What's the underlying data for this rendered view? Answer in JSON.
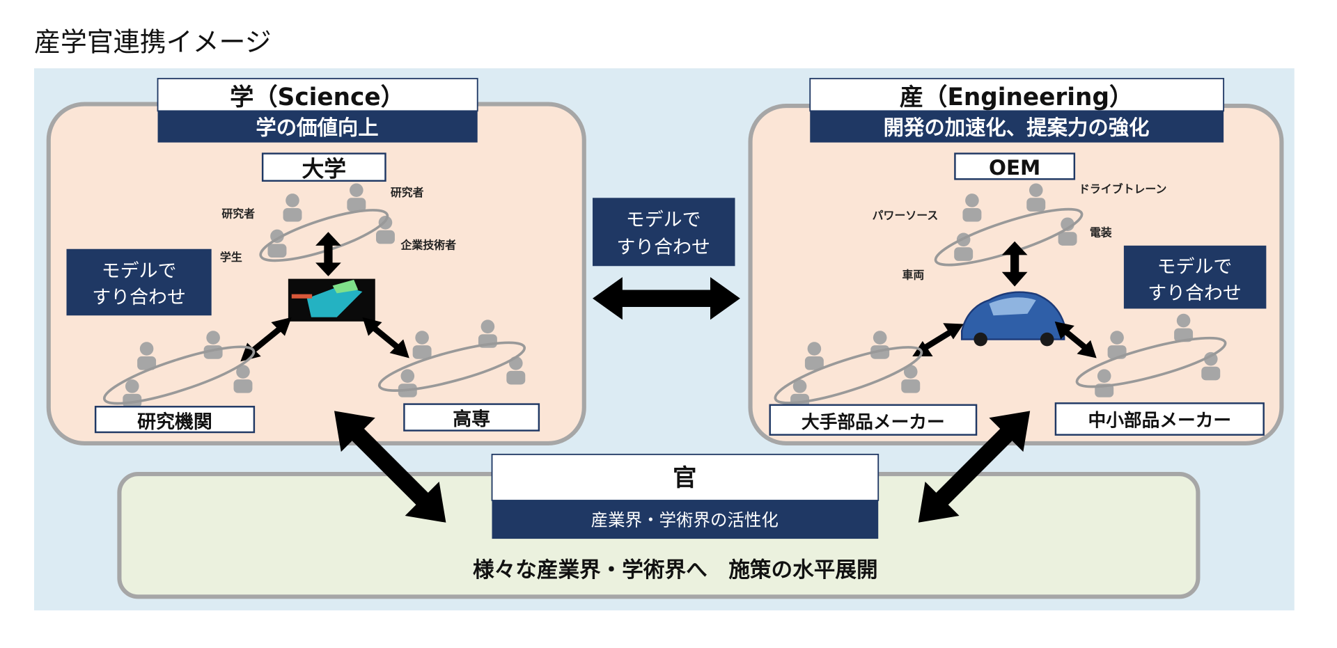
{
  "title": "産学官連携イメージ",
  "colors": {
    "background": "#dcebf3",
    "panel": "#fbe5d6",
    "bottom_panel": "#ebf1de",
    "navy": "#1f3864",
    "person": "#a6a6a6",
    "border": "#a6a6a6"
  },
  "science": {
    "header": "学（Science）",
    "subheader": "学の価値向上",
    "hub": "大学",
    "roles": [
      "研究者",
      "研究者",
      "企業技術者",
      "学生"
    ],
    "model_box": [
      "モデルで",
      "すり合わせ"
    ],
    "groups": [
      "研究機関",
      "高専"
    ]
  },
  "center": {
    "model_box": [
      "モデルで",
      "すり合わせ"
    ]
  },
  "engineering": {
    "header": "産（Engineering）",
    "subheader": "開発の加速化、提案力の強化",
    "hub": "OEM",
    "roles": [
      "ドライブトレーン",
      "パワーソース",
      "電装",
      "車両"
    ],
    "model_box": [
      "モデルで",
      "すり合わせ"
    ],
    "groups": [
      "大手部品メーカー",
      "中小部品メーカー"
    ]
  },
  "government": {
    "header": "官",
    "subheader": "産業界・学術界の活性化",
    "description": "様々な産業界・学術界へ　施策の水平展開"
  }
}
